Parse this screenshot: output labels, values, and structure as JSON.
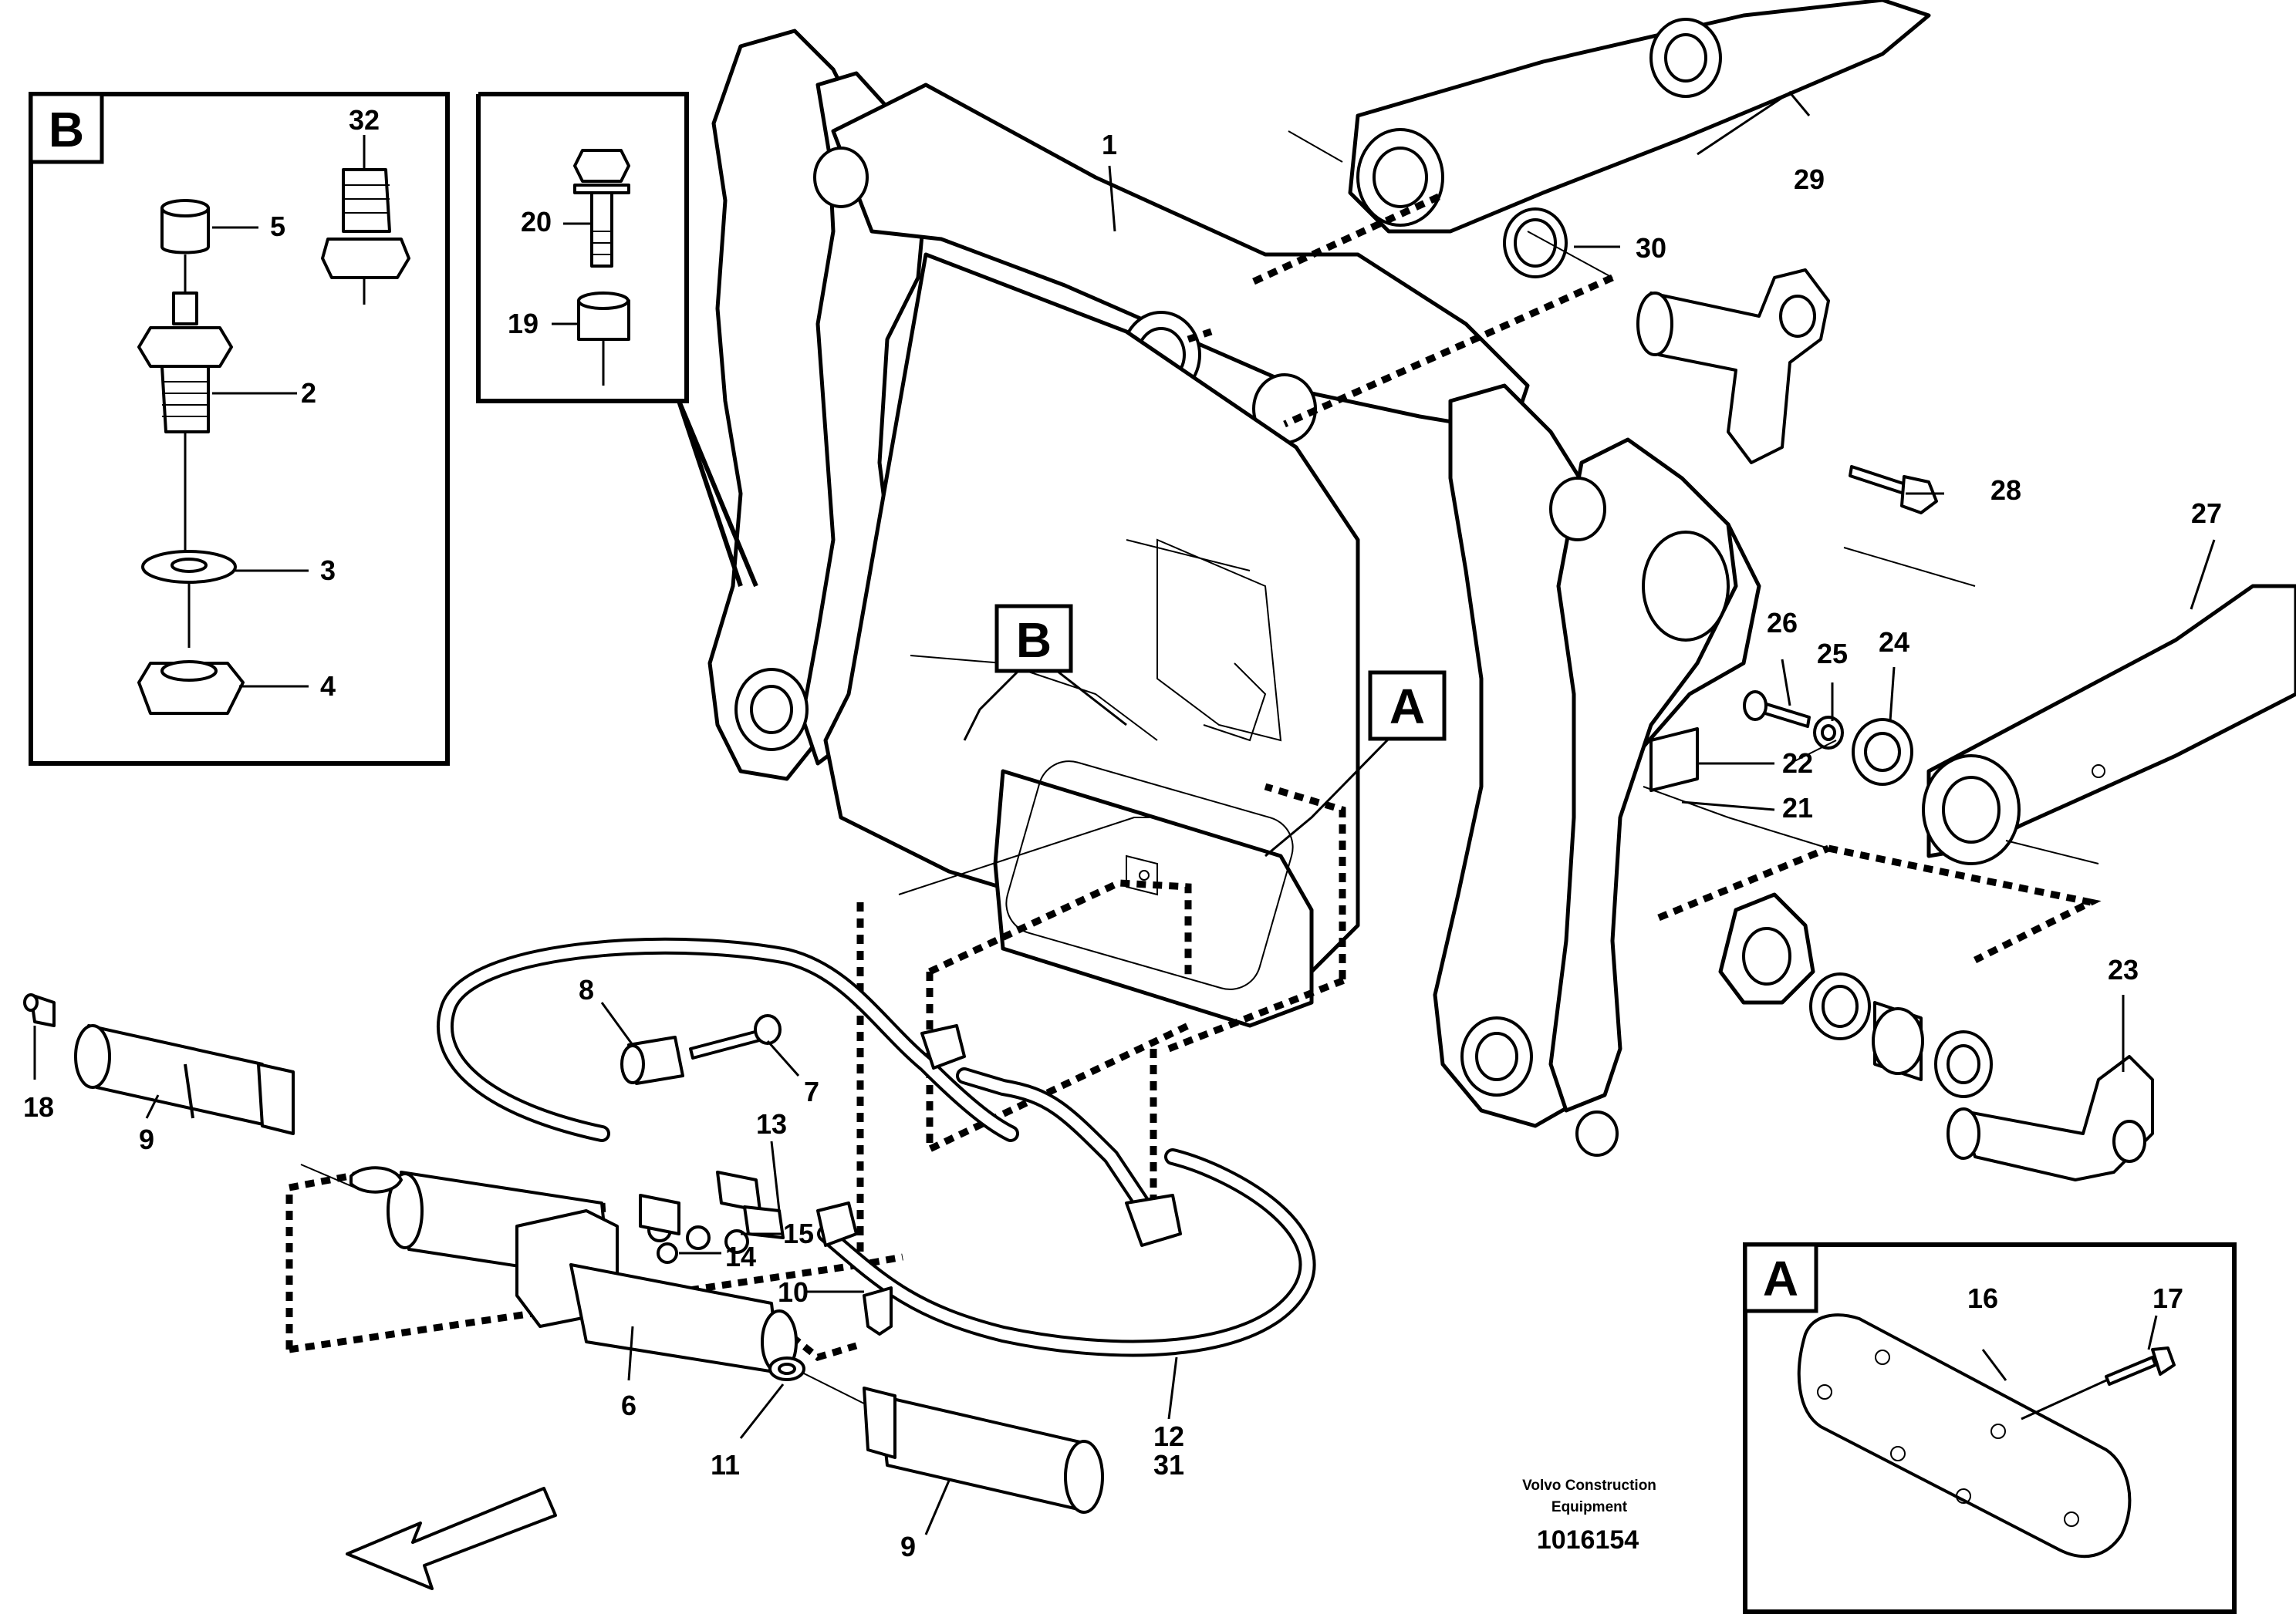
{
  "detail_b": {
    "tag": "B",
    "callouts": [
      "32",
      "5",
      "2",
      "3",
      "4"
    ]
  },
  "detail_bolt": {
    "callouts": [
      "20",
      "19"
    ]
  },
  "detail_a": {
    "tag": "A",
    "callouts": [
      "16",
      "17"
    ]
  },
  "main_tags": {
    "a": "A",
    "b": "B"
  },
  "callouts": {
    "c1": "1",
    "c29": "29",
    "c30": "30",
    "c28": "28",
    "c27": "27",
    "c26": "26",
    "c25": "25",
    "c24": "24",
    "c22": "22",
    "c21": "21",
    "c23": "23",
    "c8": "8",
    "c7": "7",
    "c13": "13",
    "c15": "15",
    "c14": "14",
    "c10": "10",
    "c18": "18",
    "c9a": "9",
    "c9b": "9",
    "c6": "6",
    "c11": "11",
    "c12": "12",
    "c31": "31"
  },
  "credit": {
    "line1": "Volvo Construction",
    "line2": "Equipment",
    "doc_no": "1016154"
  }
}
